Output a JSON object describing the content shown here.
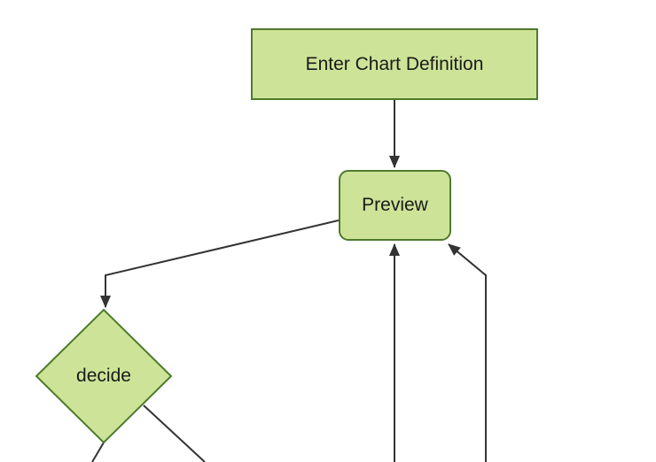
{
  "diagram": {
    "type": "flowchart",
    "direction": "top-down",
    "theme": "forest",
    "nodes": [
      {
        "id": "enter-chart-definition",
        "label": "Enter Chart Definition",
        "shape": "rectangle"
      },
      {
        "id": "preview",
        "label": "Preview",
        "shape": "rounded-rectangle"
      },
      {
        "id": "decide",
        "label": "decide",
        "shape": "diamond"
      }
    ],
    "edges": [
      {
        "from": "enter-chart-definition",
        "to": "preview",
        "arrow": "down"
      },
      {
        "from": "preview",
        "to": "decide",
        "arrow": "down"
      },
      {
        "from": "decide",
        "to": "offscreen-bottom-left",
        "arrow": "none-visible"
      },
      {
        "from": "decide",
        "to": "offscreen-bottom-right",
        "arrow": "none-visible"
      },
      {
        "from": "offscreen-bottom",
        "to": "preview",
        "arrow": "up"
      },
      {
        "from": "offscreen-bottom-right",
        "to": "preview",
        "arrow": "up-left"
      }
    ],
    "colors": {
      "background": "#ffffff",
      "node_fill": "#cde498",
      "node_border": "#4e7a2c",
      "edge_line": "#333333",
      "arrowhead": "#333333",
      "text": "#1a1a1a"
    }
  }
}
